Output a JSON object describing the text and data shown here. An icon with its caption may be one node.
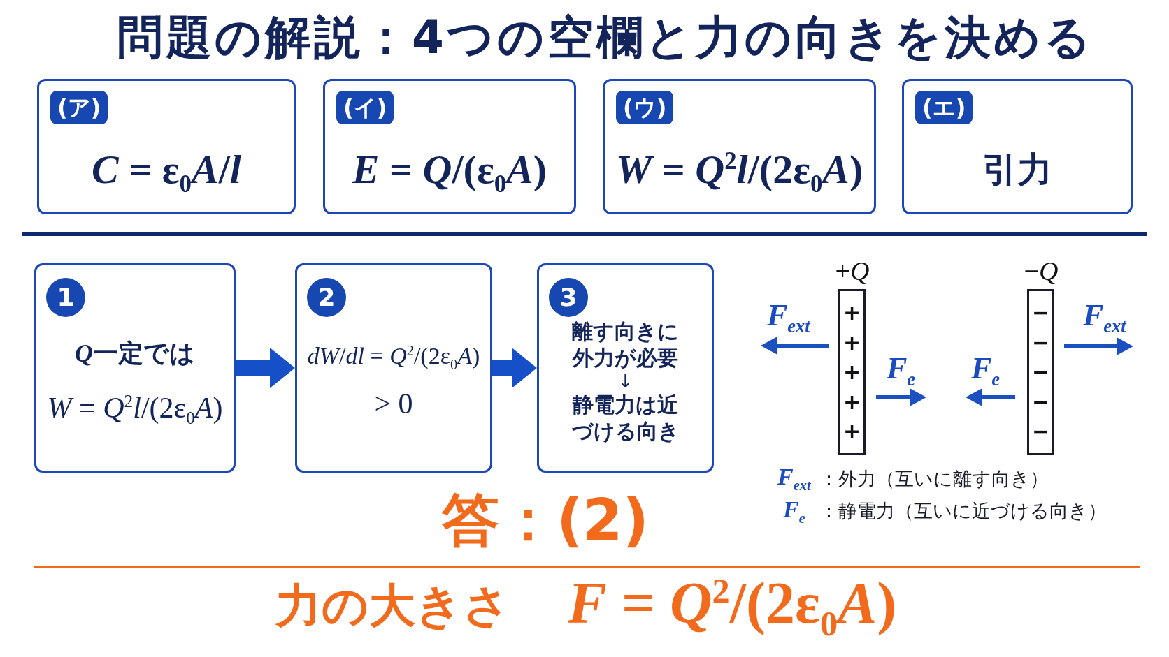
{
  "diagram": {
    "title": "問題の解説：4つの空欄と力の向きを決める",
    "nodes": [
      {
        "text": [
          "(ア)",
          "*C* = ε$_{0}$*A*/*l*"
        ]
      },
      {
        "text": [
          "(イ)",
          "*E* = *Q*/(ε$_{0}$*A*)"
        ]
      },
      {
        "text": [
          "(ウ)",
          "*W* = *Q*$^{2}$*l*/(2ε$_{0}$*A*)"
        ]
      },
      {
        "text": [
          "(エ)",
          "引力"
        ]
      },
      {
        "text": [
          "1",
          "Q一定では",
          "*W* = *Q*$^{2}$*l*/(2ε$_{0}$*A*)"
        ]
      },
      {
        "text": [
          "2",
          "*dW*/*dl* = *Q*$^{2}$/(2ε$_{0}$*A*)",
          "> 0"
        ]
      },
      {
        "text": [
          "3",
          "離す向きに外力が必要",
          "↓",
          "静電力は近づける向き"
        ]
      },
      {
        "text": [
          "+*Q*",
          "+",
          "+",
          "+",
          "+",
          "+"
        ]
      },
      {
        "text": [
          "−*Q*",
          "−",
          "−",
          "−",
          "−",
          "−"
        ]
      }
    ],
    "edges": [
      {
        "from": 4,
        "to": 5,
        "arrow": "to"
      },
      {
        "from": 5,
        "to": 6,
        "arrow": "to"
      }
    ],
    "labels": [
      "F$_{ext}$",
      "F$_{ext}$",
      "F$_{e}$",
      "F$_{e}$",
      "F$_{ext}$",
      "：外力（互いに離す向き）",
      "F$_{e}$",
      "：静電力（互いに近づける向き）",
      "答：(2)",
      "力の大きさ",
      "*F* = *Q*$^{2}$/(2ε$_{0}$*A*)"
    ]
  }
}
